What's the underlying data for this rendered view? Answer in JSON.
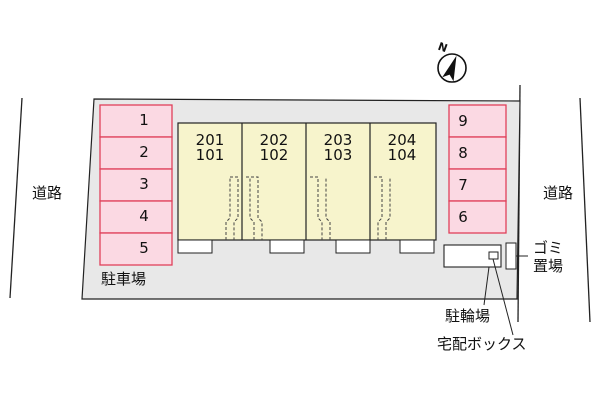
{
  "roads": {
    "left": "道路",
    "right": "道路"
  },
  "compass": {
    "label": "N"
  },
  "parking": {
    "label": "駐車場",
    "left_slots": [
      "1",
      "2",
      "3",
      "4",
      "5"
    ],
    "right_slots": [
      "9",
      "8",
      "7",
      "6"
    ]
  },
  "units": [
    {
      "upper": "201",
      "lower": "101"
    },
    {
      "upper": "202",
      "lower": "102"
    },
    {
      "upper": "203",
      "lower": "103"
    },
    {
      "upper": "204",
      "lower": "104"
    }
  ],
  "facilities": {
    "garbage_line1": "ゴミ",
    "garbage_line2": "置場",
    "bicycle_parking": "駐輪場",
    "delivery_box": "宅配ボックス"
  },
  "colors": {
    "lot_fill": "#e8e8e8",
    "parking_fill": "#fbd9e3",
    "parking_stroke": "#e0405a",
    "building_fill": "#f7f4cc"
  }
}
